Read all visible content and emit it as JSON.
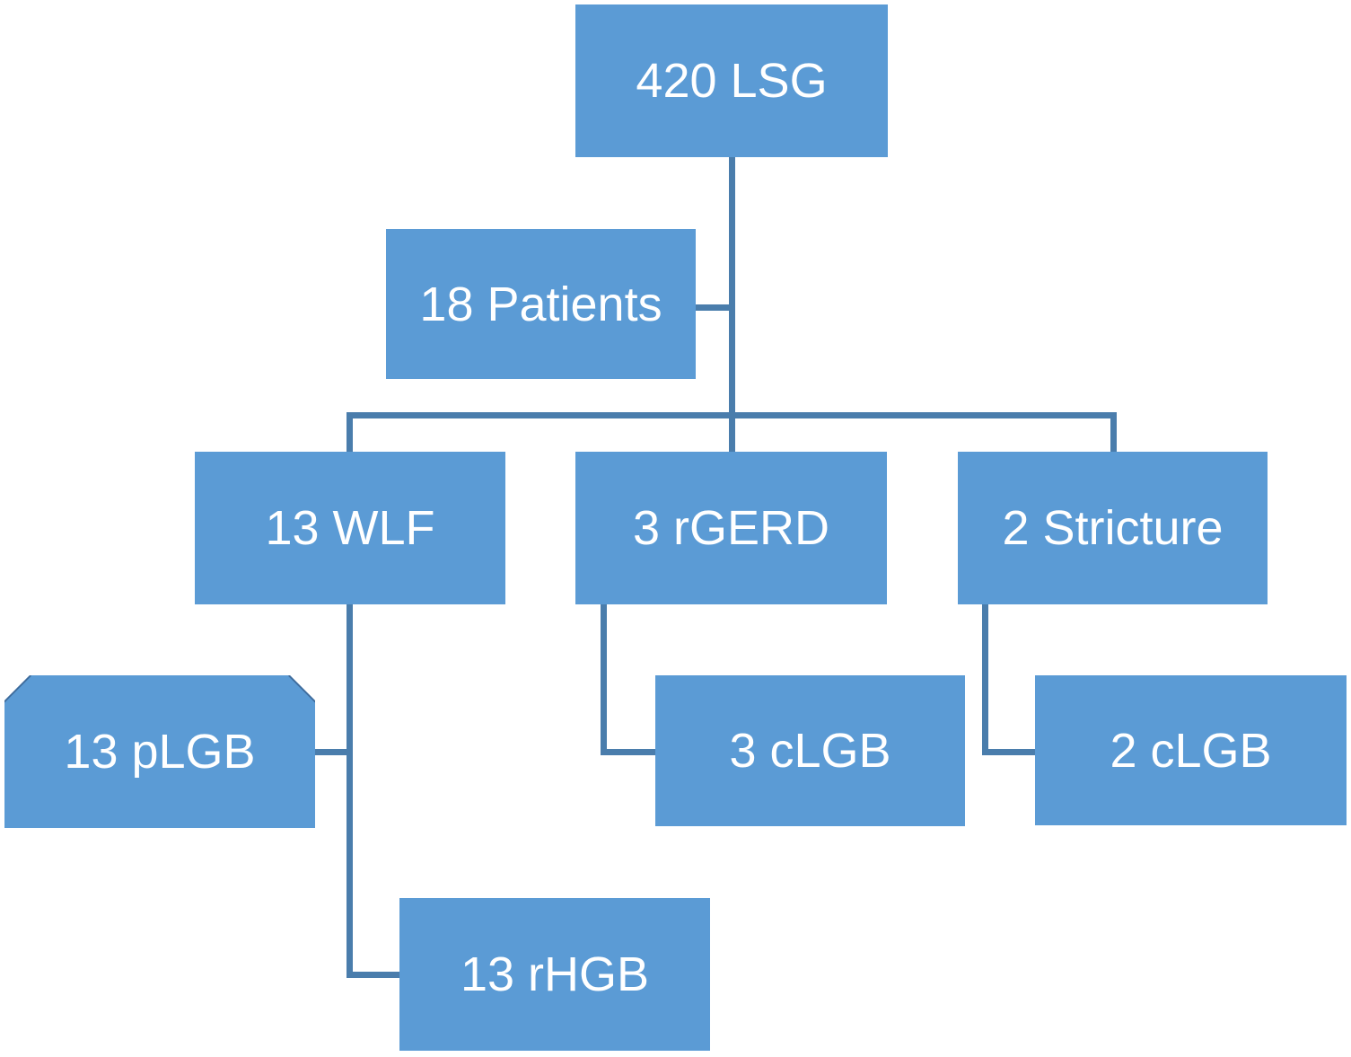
{
  "figure": {
    "type": "flowchart",
    "colors": {
      "page_bg": "#ffffff",
      "box_fill": "#5b9bd5",
      "box_text": "#ffffff",
      "connector": "#4a7dac",
      "snip_edge": "#3e6b9b"
    },
    "nodes": {
      "lsg": {
        "label": "420 LSG",
        "shape": "rectangle"
      },
      "patients": {
        "label": "18 Patients",
        "shape": "rectangle"
      },
      "wlf": {
        "label": "13 WLF",
        "shape": "rectangle"
      },
      "rgerd": {
        "label": "3 rGERD",
        "shape": "rectangle"
      },
      "stricture": {
        "label": "2 Stricture",
        "shape": "rectangle"
      },
      "plgb": {
        "label": "13 pLGB",
        "shape": "snip-top-corners-rectangle"
      },
      "clgb3": {
        "label": "3 cLGB",
        "shape": "rectangle"
      },
      "clgb2": {
        "label": "2 cLGB",
        "shape": "rectangle"
      },
      "rhgb": {
        "label": "13 rHGB",
        "shape": "rectangle"
      }
    },
    "edges": [
      {
        "from": "420 LSG",
        "to": "18 Patients"
      },
      {
        "from": "420 LSG",
        "to": "13 WLF"
      },
      {
        "from": "420 LSG",
        "to": "3 rGERD"
      },
      {
        "from": "420 LSG",
        "to": "2 Stricture"
      },
      {
        "from": "13 WLF",
        "to": "13 pLGB"
      },
      {
        "from": "13 WLF",
        "to": "13 rHGB"
      },
      {
        "from": "3 rGERD",
        "to": "3 cLGB"
      },
      {
        "from": "2 Stricture",
        "to": "2 cLGB"
      }
    ]
  }
}
